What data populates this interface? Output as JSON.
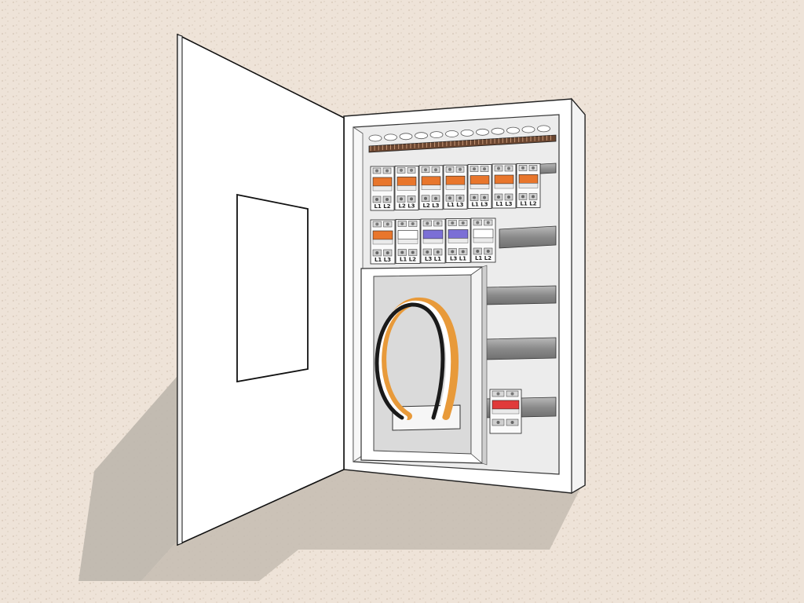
{
  "scene": {
    "subject": "open electrical distribution panel mounted on textured wall",
    "colors": {
      "wall": "#eee3d8",
      "wall_speckle": "#d9cbbd",
      "shadow": "#b5aea6",
      "enclosure": "#ffffff",
      "interior": "#ececec",
      "din_rail": "#8e8e8e",
      "breaker_orange": "#e8762c",
      "breaker_purple": "#7b6fd6",
      "breaker_red": "#e03a3a",
      "cable_black": "#1a1a1a",
      "cable_orange": "#e89a3a"
    },
    "icons": [
      "door-window-icon",
      "breaker-icon",
      "cable-loop-icon",
      "busbar-icon"
    ]
  },
  "breakers": {
    "row1_count": 7,
    "row2_count": 5,
    "row1_types": [
      "orange",
      "orange",
      "orange",
      "orange",
      "orange",
      "orange",
      "orange"
    ],
    "row2_types": [
      "orange",
      "white",
      "purple",
      "purple",
      "white"
    ],
    "row1_labels": [
      "L1 L2",
      "L2 L3",
      "L2 L3",
      "L1 L3",
      "L1 L3",
      "L1 L3",
      "L1 L2"
    ],
    "row2_labels": [
      "L1 L3",
      "L1 L2",
      "L3 L1",
      "L3 L1",
      "L1 L2"
    ],
    "separate_breaker": "red"
  }
}
